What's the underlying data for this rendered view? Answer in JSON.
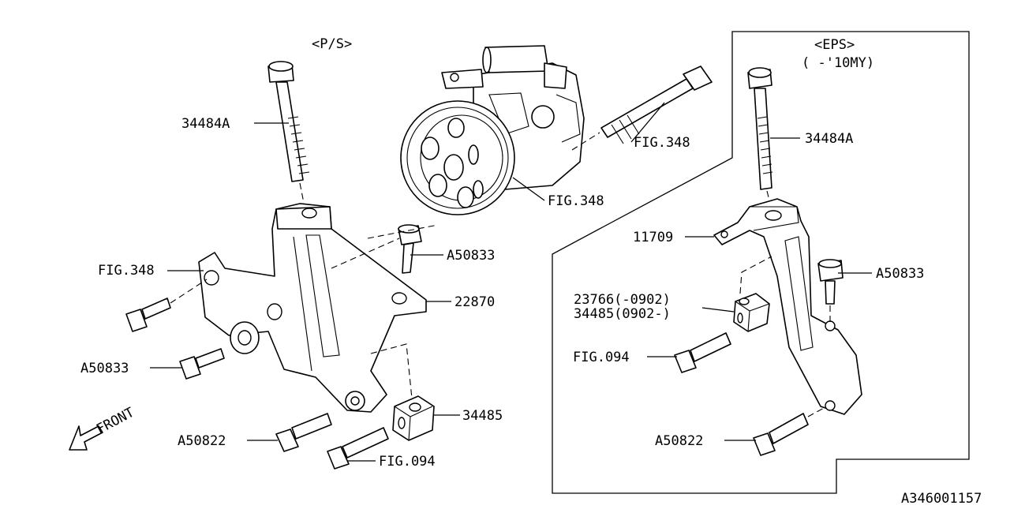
{
  "sections": {
    "ps_label": "<P/S>",
    "eps_label": "<EPS>",
    "eps_sublabel": "( -'10MY)"
  },
  "left_callouts": {
    "bolt_34484a": "34484A",
    "fig348_pulley_bolt": "FIG.348",
    "fig348_pump": "FIG.348",
    "bolt_a50833_upper": "A50833",
    "fig348_left": "FIG.348",
    "bracket_22870": "22870",
    "bolt_a50833_lower": "A50833",
    "spacer_34485": "34485",
    "bolt_a50822": "A50822",
    "fig094": "FIG.094"
  },
  "right_callouts": {
    "bolt_34484a": "34484A",
    "bracket_11709": "11709",
    "bolt_a50833": "A50833",
    "spacer_23766": "23766(-0902)",
    "spacer_34485": "34485(0902-)",
    "fig094": "FIG.094",
    "bolt_a50822": "A50822"
  },
  "front_label": "FRONT",
  "diagram_id": "A346001157"
}
